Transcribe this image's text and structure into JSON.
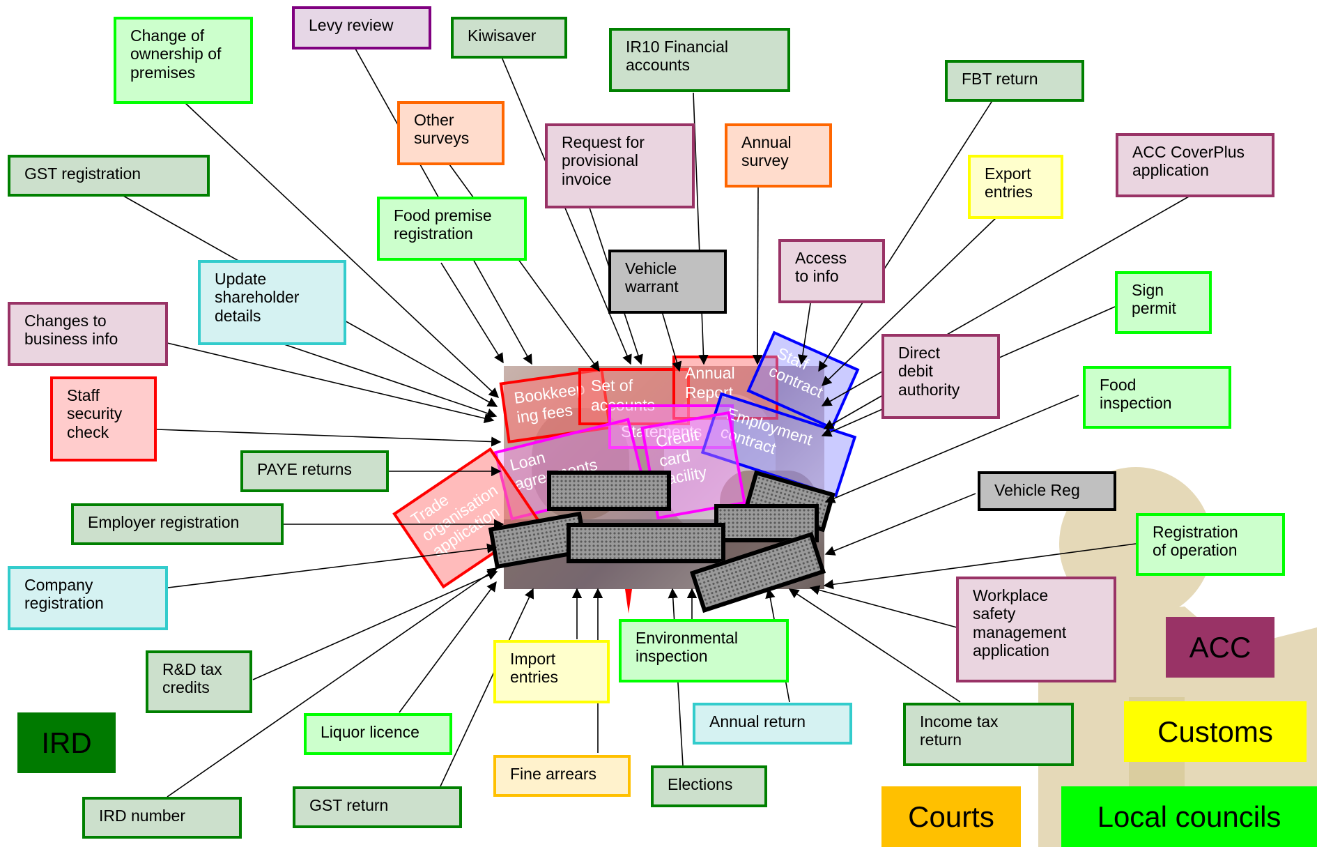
{
  "colors": {
    "ird": "#007a00",
    "acc": "#993366",
    "customs": "#ffff00",
    "courts": "#ffc000",
    "local_councils": "#00ff00"
  },
  "agencies": {
    "ird": "IRD",
    "acc": "ACC",
    "customs": "Customs",
    "courts": "Courts",
    "local_councils": "Local councils"
  },
  "boxes": {
    "change_ownership": "Change of\nownership of\npremises",
    "levy_review": "Levy review",
    "kiwisaver": "Kiwisaver",
    "ir10": "IR10 Financial\naccounts",
    "fbt_return": "FBT return",
    "other_surveys": "Other\nsurveys",
    "request_provisional": "Request for\nprovisional\ninvoice",
    "annual_survey": "Annual\nsurvey",
    "gst_registration": "GST registration",
    "export_entries": "Export\nentries",
    "acc_coverplus": "ACC CoverPlus\napplication",
    "food_premise_registration": "Food premise\nregistration",
    "update_shareholder": "Update\nshareholder\ndetails",
    "vehicle_warrant": "Vehicle\nwarrant",
    "access_info": "Access\nto info",
    "sign_permit": "Sign\npermit",
    "changes_business_info": "Changes to\nbusiness info",
    "direct_debit": "Direct\ndebit\nauthority",
    "staff_security": "Staff\nsecurity\ncheck",
    "food_inspection": "Food\ninspection",
    "paye_returns": "PAYE returns",
    "vehicle_reg": "Vehicle Reg",
    "employer_registration": "Employer registration",
    "registration_operation": "Registration\nof operation",
    "company_registration": "Company\nregistration",
    "workplace_safety": "Workplace\nsafety\nmanagement\napplication",
    "rd_tax": "R&D tax\ncredits",
    "import_entries": "Import\nentries",
    "environmental_inspection": "Environmental\ninspection",
    "annual_return": "Annual return",
    "income_tax_return": "Income tax\nreturn",
    "liquor_licence": "Liquor licence",
    "fine_arrears": "Fine arrears",
    "elections": "Elections",
    "gst_return": "GST return",
    "ird_number": "IRD number"
  },
  "central": {
    "bookkeeping": "Bookkeep\ning fees",
    "set_of_accounts": "Set of\naccounts",
    "annual_report": "Annual\nReport",
    "staff_contract": "Staff\ncontract",
    "statements": "Statements",
    "employment_contract": "Employment\ncontract",
    "loan_agreements": "Loan\nagreements",
    "credit_card": "Credit\ncard\nfacility",
    "trade_org": "Trade\norganisation\napplication"
  }
}
